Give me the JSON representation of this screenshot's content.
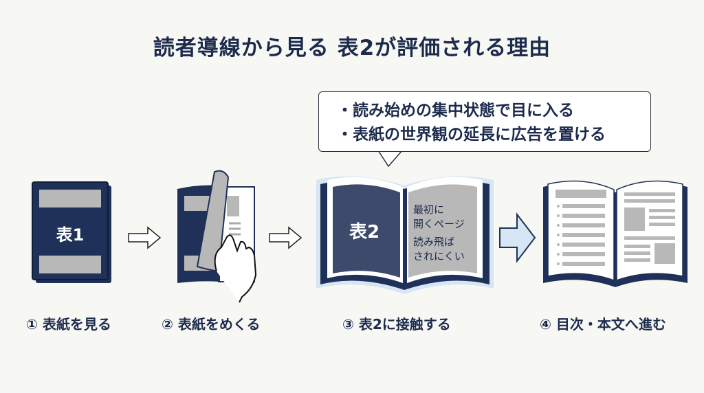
{
  "title": "読者導線から見る 表2が評価される理由",
  "callout": {
    "bullets": [
      "・読み始めの集中状態で目に入る",
      "・表紙の世界観の延長に広告を置ける"
    ]
  },
  "book1": {
    "label": "表1"
  },
  "book3": {
    "left_label": "表2",
    "right_lines": [
      "最初に",
      "開くページ",
      "読み飛ば",
      "されにくい"
    ]
  },
  "steps": [
    "① 表紙を見る",
    "② 表紙をめくる",
    "③ 表2に接触する",
    "④ 目次・本文へ進む"
  ],
  "colors": {
    "navy": "#1f3158",
    "gray": "#b8b8b8",
    "accent_light_blue": "#d6e6f5",
    "background": "#f7f7f4"
  }
}
